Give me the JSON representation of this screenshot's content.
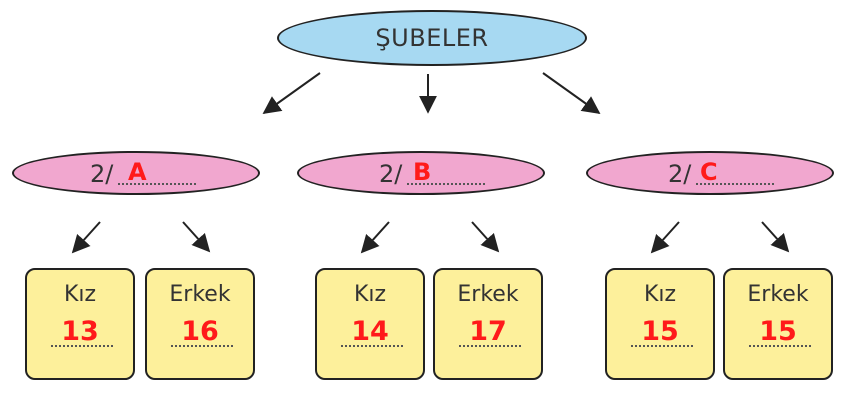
{
  "title": "ŞUBELER",
  "colors": {
    "root_fill": "#a7d9f2",
    "class_fill": "#f1a7cf",
    "box_fill": "#fdf09b",
    "answer": "#ff1a1a"
  },
  "branches": [
    {
      "prefix": "2/",
      "letter": "A",
      "girls_label": "Kız",
      "girls": "13",
      "boys_label": "Erkek",
      "boys": "16"
    },
    {
      "prefix": "2/",
      "letter": "B",
      "girls_label": "Kız",
      "girls": "14",
      "boys_label": "Erkek",
      "boys": "17"
    },
    {
      "prefix": "2/",
      "letter": "C",
      "girls_label": "Kız",
      "girls": "15",
      "boys_label": "Erkek",
      "boys": "15"
    }
  ]
}
